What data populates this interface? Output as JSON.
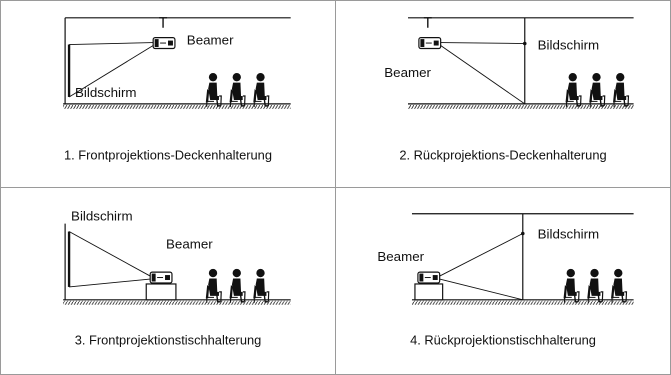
{
  "panels": [
    {
      "caption": "1. Frontprojektions-Deckenhalterung",
      "screen_label": "Bildschirm",
      "projector_label": "Beamer"
    },
    {
      "caption": "2. Rückprojektions-Deckenhalterung",
      "screen_label": "Bildschirm",
      "projector_label": "Beamer"
    },
    {
      "caption": "3. Frontprojektionstischhalterung",
      "screen_label": "Bildschirm",
      "projector_label": "Beamer"
    },
    {
      "caption": "4. Rückprojektionstischhalterung",
      "screen_label": "Bildschirm",
      "projector_label": "Beamer"
    }
  ]
}
